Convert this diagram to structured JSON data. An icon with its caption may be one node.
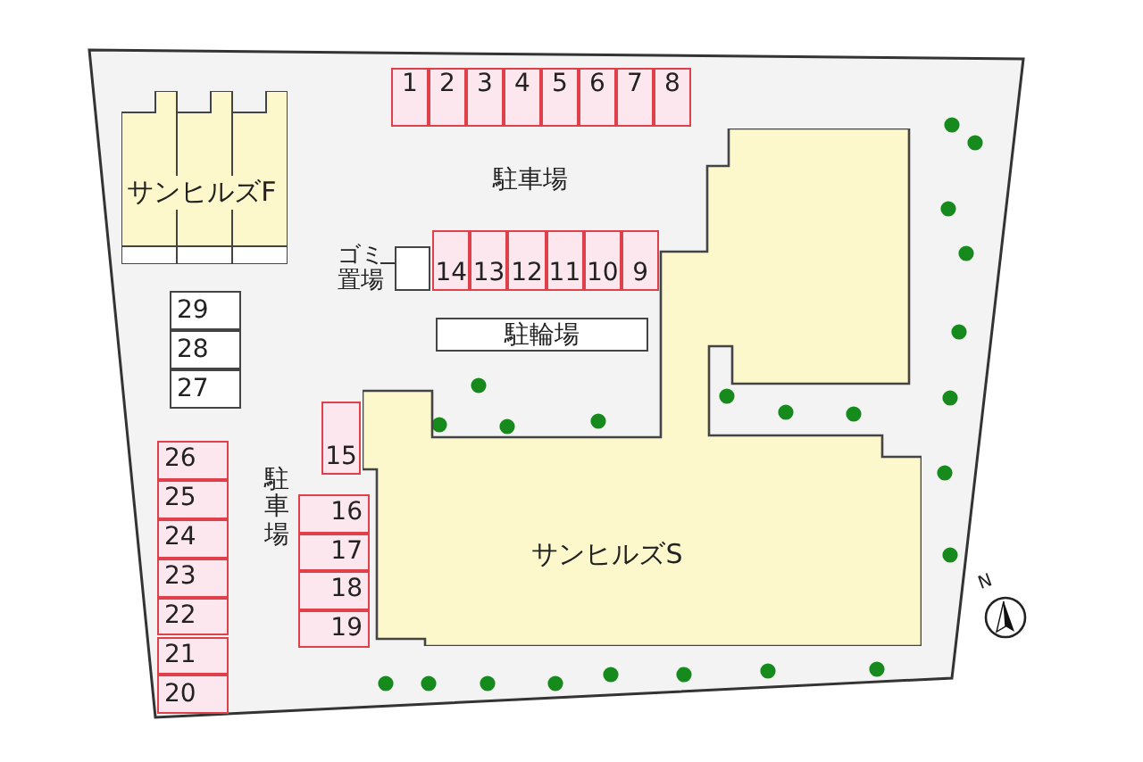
{
  "diagram": {
    "nodes": [
      {
        "text": [
          "サンヒルズF"
        ]
      },
      {
        "text": [
          "1"
        ]
      },
      {
        "text": [
          "2"
        ]
      },
      {
        "text": [
          "3"
        ]
      },
      {
        "text": [
          "4"
        ]
      },
      {
        "text": [
          "5"
        ]
      },
      {
        "text": [
          "6"
        ]
      },
      {
        "text": [
          "7"
        ]
      },
      {
        "text": [
          "8"
        ]
      },
      {
        "text": [
          "ゴミ置場"
        ]
      },
      {
        "text": [],
        "shape": "box"
      },
      {
        "text": [
          "14"
        ]
      },
      {
        "text": [
          "13"
        ]
      },
      {
        "text": [
          "12"
        ]
      },
      {
        "text": [
          "11"
        ]
      },
      {
        "text": [
          "10"
        ]
      },
      {
        "text": [
          "9"
        ]
      },
      {
        "text": [
          "駐輪場"
        ]
      },
      {
        "text": [
          "29"
        ]
      },
      {
        "text": [
          "28"
        ]
      },
      {
        "text": [
          "27"
        ]
      },
      {
        "text": [
          "15"
        ]
      },
      {
        "text": [
          "サンヒルズS"
        ]
      },
      {
        "text": [
          "26"
        ]
      },
      {
        "text": [
          "25"
        ]
      },
      {
        "text": [
          "24"
        ]
      },
      {
        "text": [
          "23"
        ]
      },
      {
        "text": [
          "22"
        ]
      },
      {
        "text": [
          "21"
        ]
      },
      {
        "text": [
          "20"
        ]
      },
      {
        "text": [
          "16"
        ]
      },
      {
        "text": [
          "17"
        ]
      },
      {
        "text": [
          "18"
        ]
      },
      {
        "text": [
          "19"
        ]
      }
    ],
    "edges": [
      {
        "from": 9,
        "to": 10,
        "arrow": "none"
      }
    ],
    "labels": [
      "駐車場",
      "駐車場",
      "N"
    ]
  }
}
